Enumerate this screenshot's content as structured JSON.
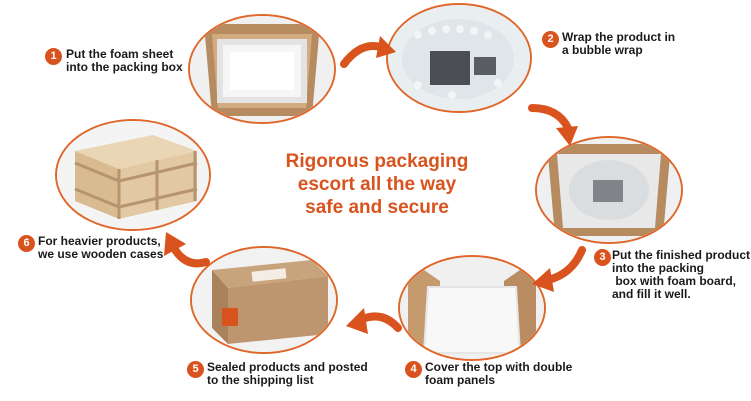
{
  "headline": {
    "line1": "Rigorous packaging",
    "line2": "escort all the way",
    "line3": "safe and secure"
  },
  "steps": [
    {
      "number": "1",
      "caption": "Put the foam sheet\ninto the packing box",
      "icon": "box-with-foam-sheet"
    },
    {
      "number": "2",
      "caption": "Wrap the product in\na bubble wrap",
      "icon": "product-in-bubble-wrap"
    },
    {
      "number": "3",
      "caption": "Put the finished product\ninto the packing\n box with foam board,\nand fill it well.",
      "icon": "box-with-wrapped-product"
    },
    {
      "number": "4",
      "caption": "Cover the top with double\nfoam panels",
      "icon": "box-covered-foam-panels"
    },
    {
      "number": "5",
      "caption": "Sealed products and posted\nto the shipping list",
      "icon": "sealed-carton"
    },
    {
      "number": "6",
      "caption": "For heavier products,\nwe use wooden cases",
      "icon": "wooden-case"
    }
  ],
  "colors": {
    "accent": "#d9531e",
    "ring": "#e0672a",
    "cardboard": "#c7a17a",
    "foam": "#f4f4f4",
    "wood": "#e2c9a4"
  }
}
